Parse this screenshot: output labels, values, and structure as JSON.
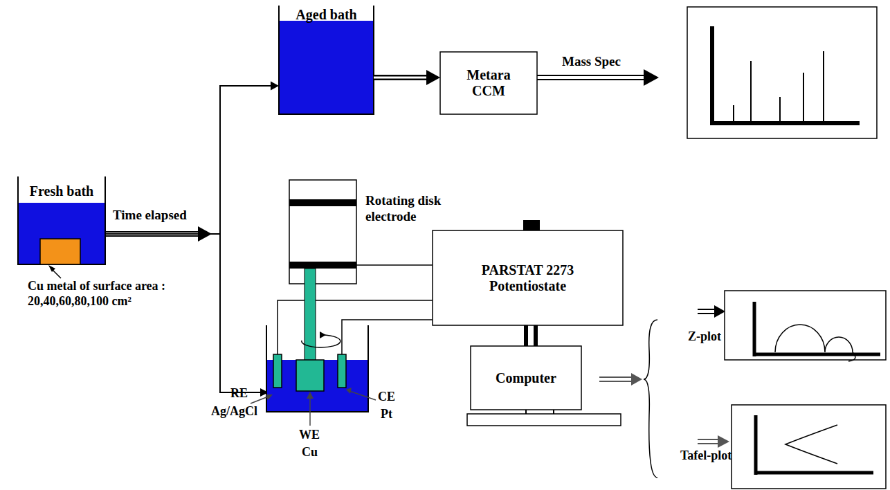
{
  "diagram": {
    "nodes": [
      {
        "text": [
          "Fresh bath"
        ]
      },
      {
        "text": [
          "Aged bath"
        ]
      },
      {
        "text": [
          "Metara CCM"
        ]
      },
      {
        "text": [
          "PARSTAT 2273 Potentiostate"
        ]
      },
      {
        "text": [
          "Computer"
        ]
      }
    ],
    "edges": [
      {
        "from": 0,
        "to": 1,
        "arrow": "to"
      },
      {
        "from": 1,
        "to": 2,
        "arrow": "to"
      },
      {
        "from": 3,
        "to": 4,
        "arrow": "none"
      }
    ],
    "labels": [
      "Cu metal of surface area : 20,40,60,80,100 cm²",
      "Time elapsed",
      "Mass Spec",
      "Rotating disk electrode",
      "RE",
      "Ag/AgCl",
      "WE",
      "Cu",
      "CE",
      "Pt",
      "Z-plot",
      "Tafel-plot"
    ]
  }
}
